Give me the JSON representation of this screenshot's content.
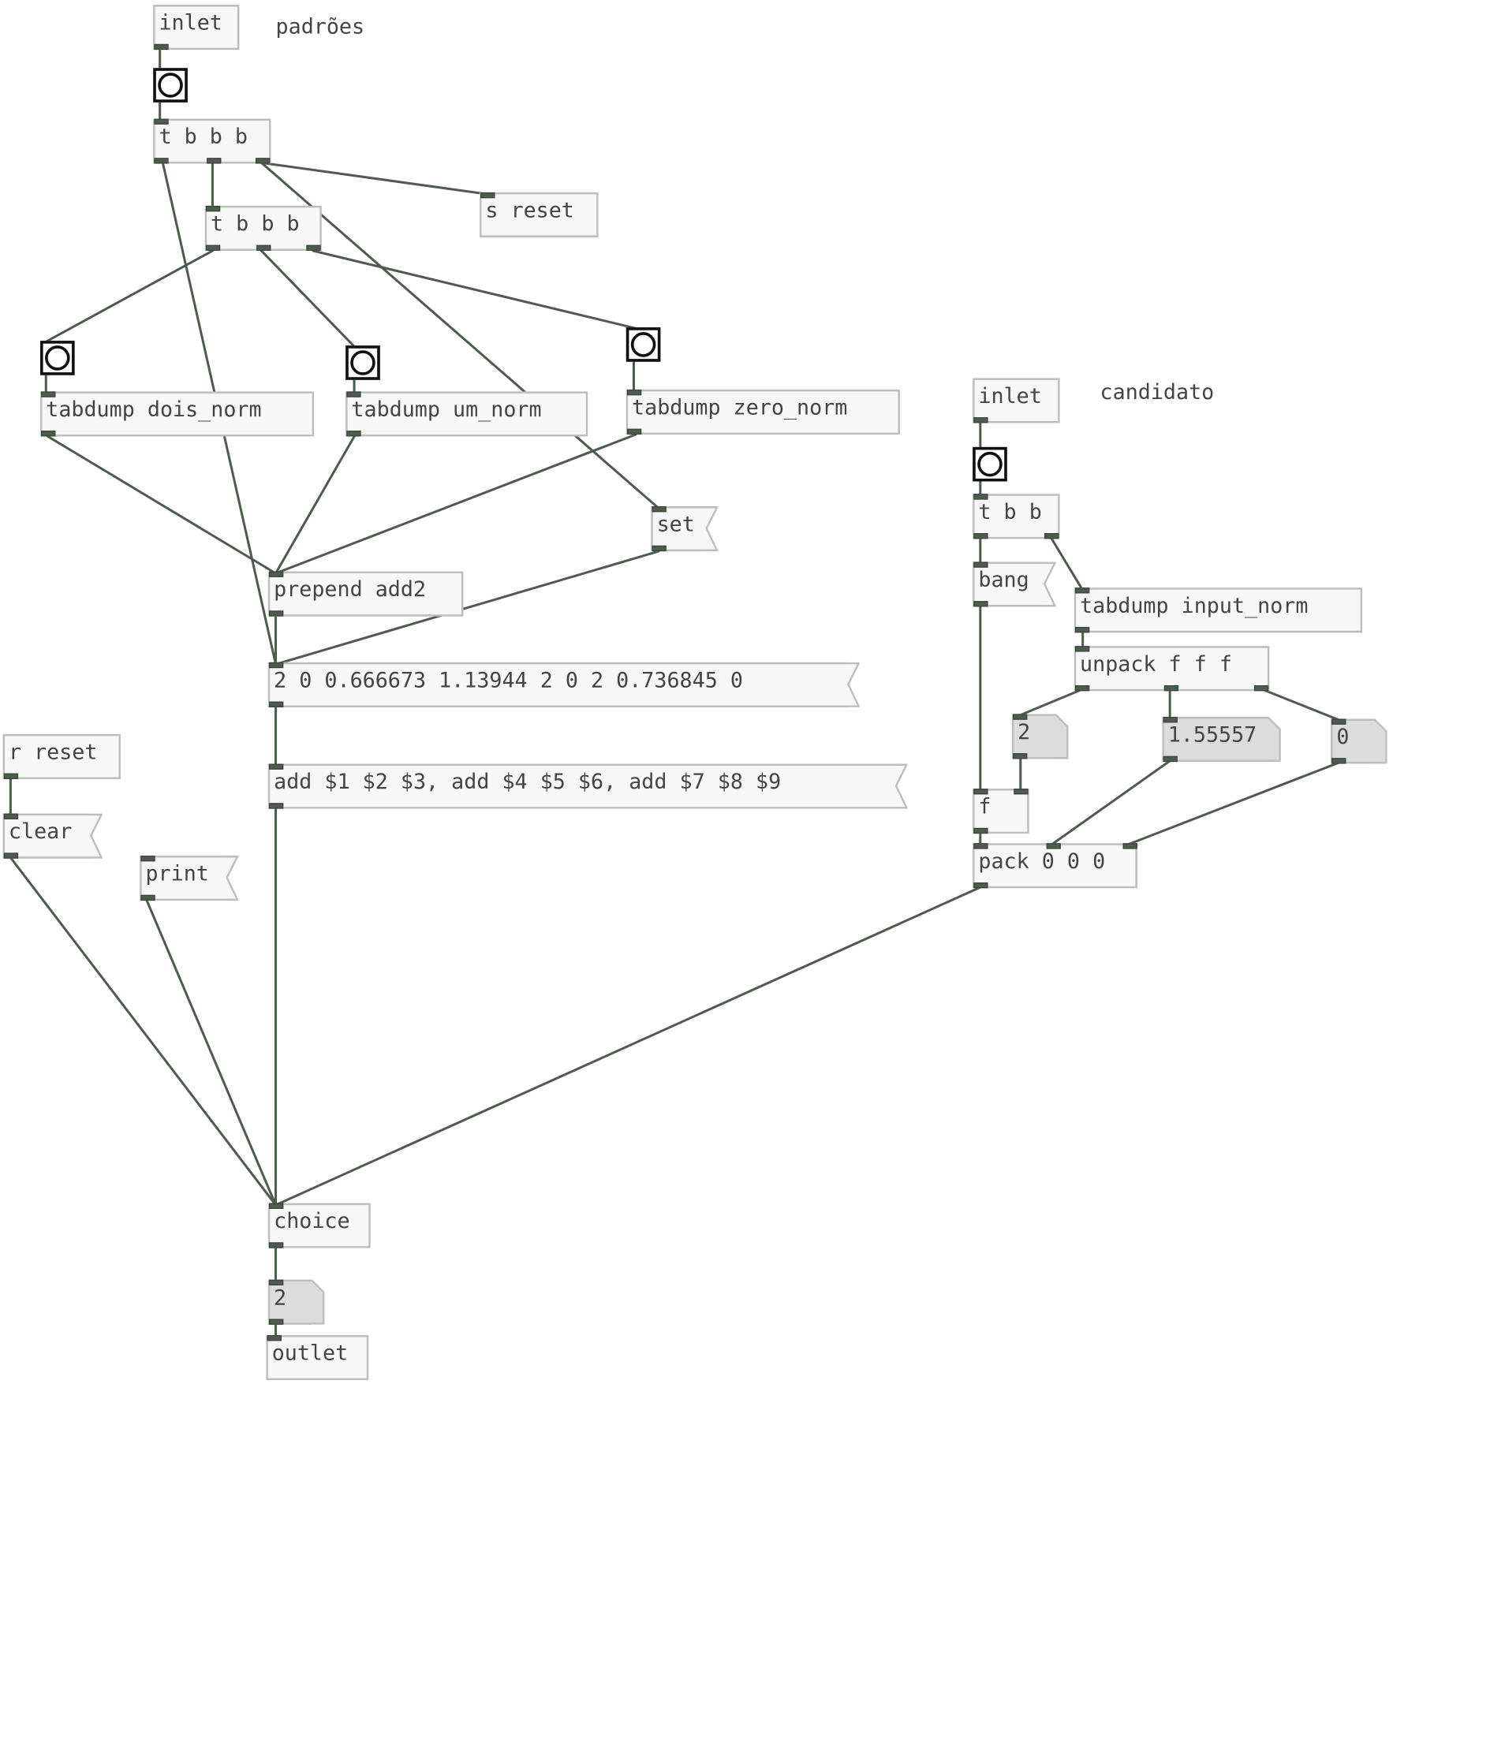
{
  "comments": {
    "padroes": "padrões",
    "candidato": "candidato"
  },
  "objects": {
    "inlet_left": "inlet",
    "trigger_top": "t b b b",
    "send_reset": "s reset",
    "trigger_second": "t b b b",
    "tabdump_dois": "tabdump dois_norm",
    "tabdump_um": "tabdump um_norm",
    "tabdump_zero": "tabdump zero_norm",
    "prepend_add2": "prepend add2",
    "receive_reset": "r reset",
    "choice": "choice",
    "outlet": "outlet",
    "inlet_right": "inlet",
    "trigger_right": "t b b",
    "tabdump_input": "tabdump input_norm",
    "unpack": "unpack f f f",
    "float": "f",
    "pack": "pack 0 0 0"
  },
  "messages": {
    "set": "set",
    "list_values": "2 0 0.666673 1.13944 2 0 2 0.736845 0",
    "add_template": "add $1 $2 $3, add $4 $5 $6, add $7 $8 $9",
    "clear": "clear",
    "print": "print",
    "bang": "bang"
  },
  "number_boxes": {
    "choice_out": "2",
    "unpack_out1": "2",
    "unpack_out2": "1.55557",
    "unpack_out3": "0"
  },
  "colors": {
    "wire": "#4d5c4d",
    "box_border": "#bdbdbd",
    "box_fill": "#f6f7f6",
    "number_fill": "#dcdcdc",
    "bang_border": "#111111"
  }
}
